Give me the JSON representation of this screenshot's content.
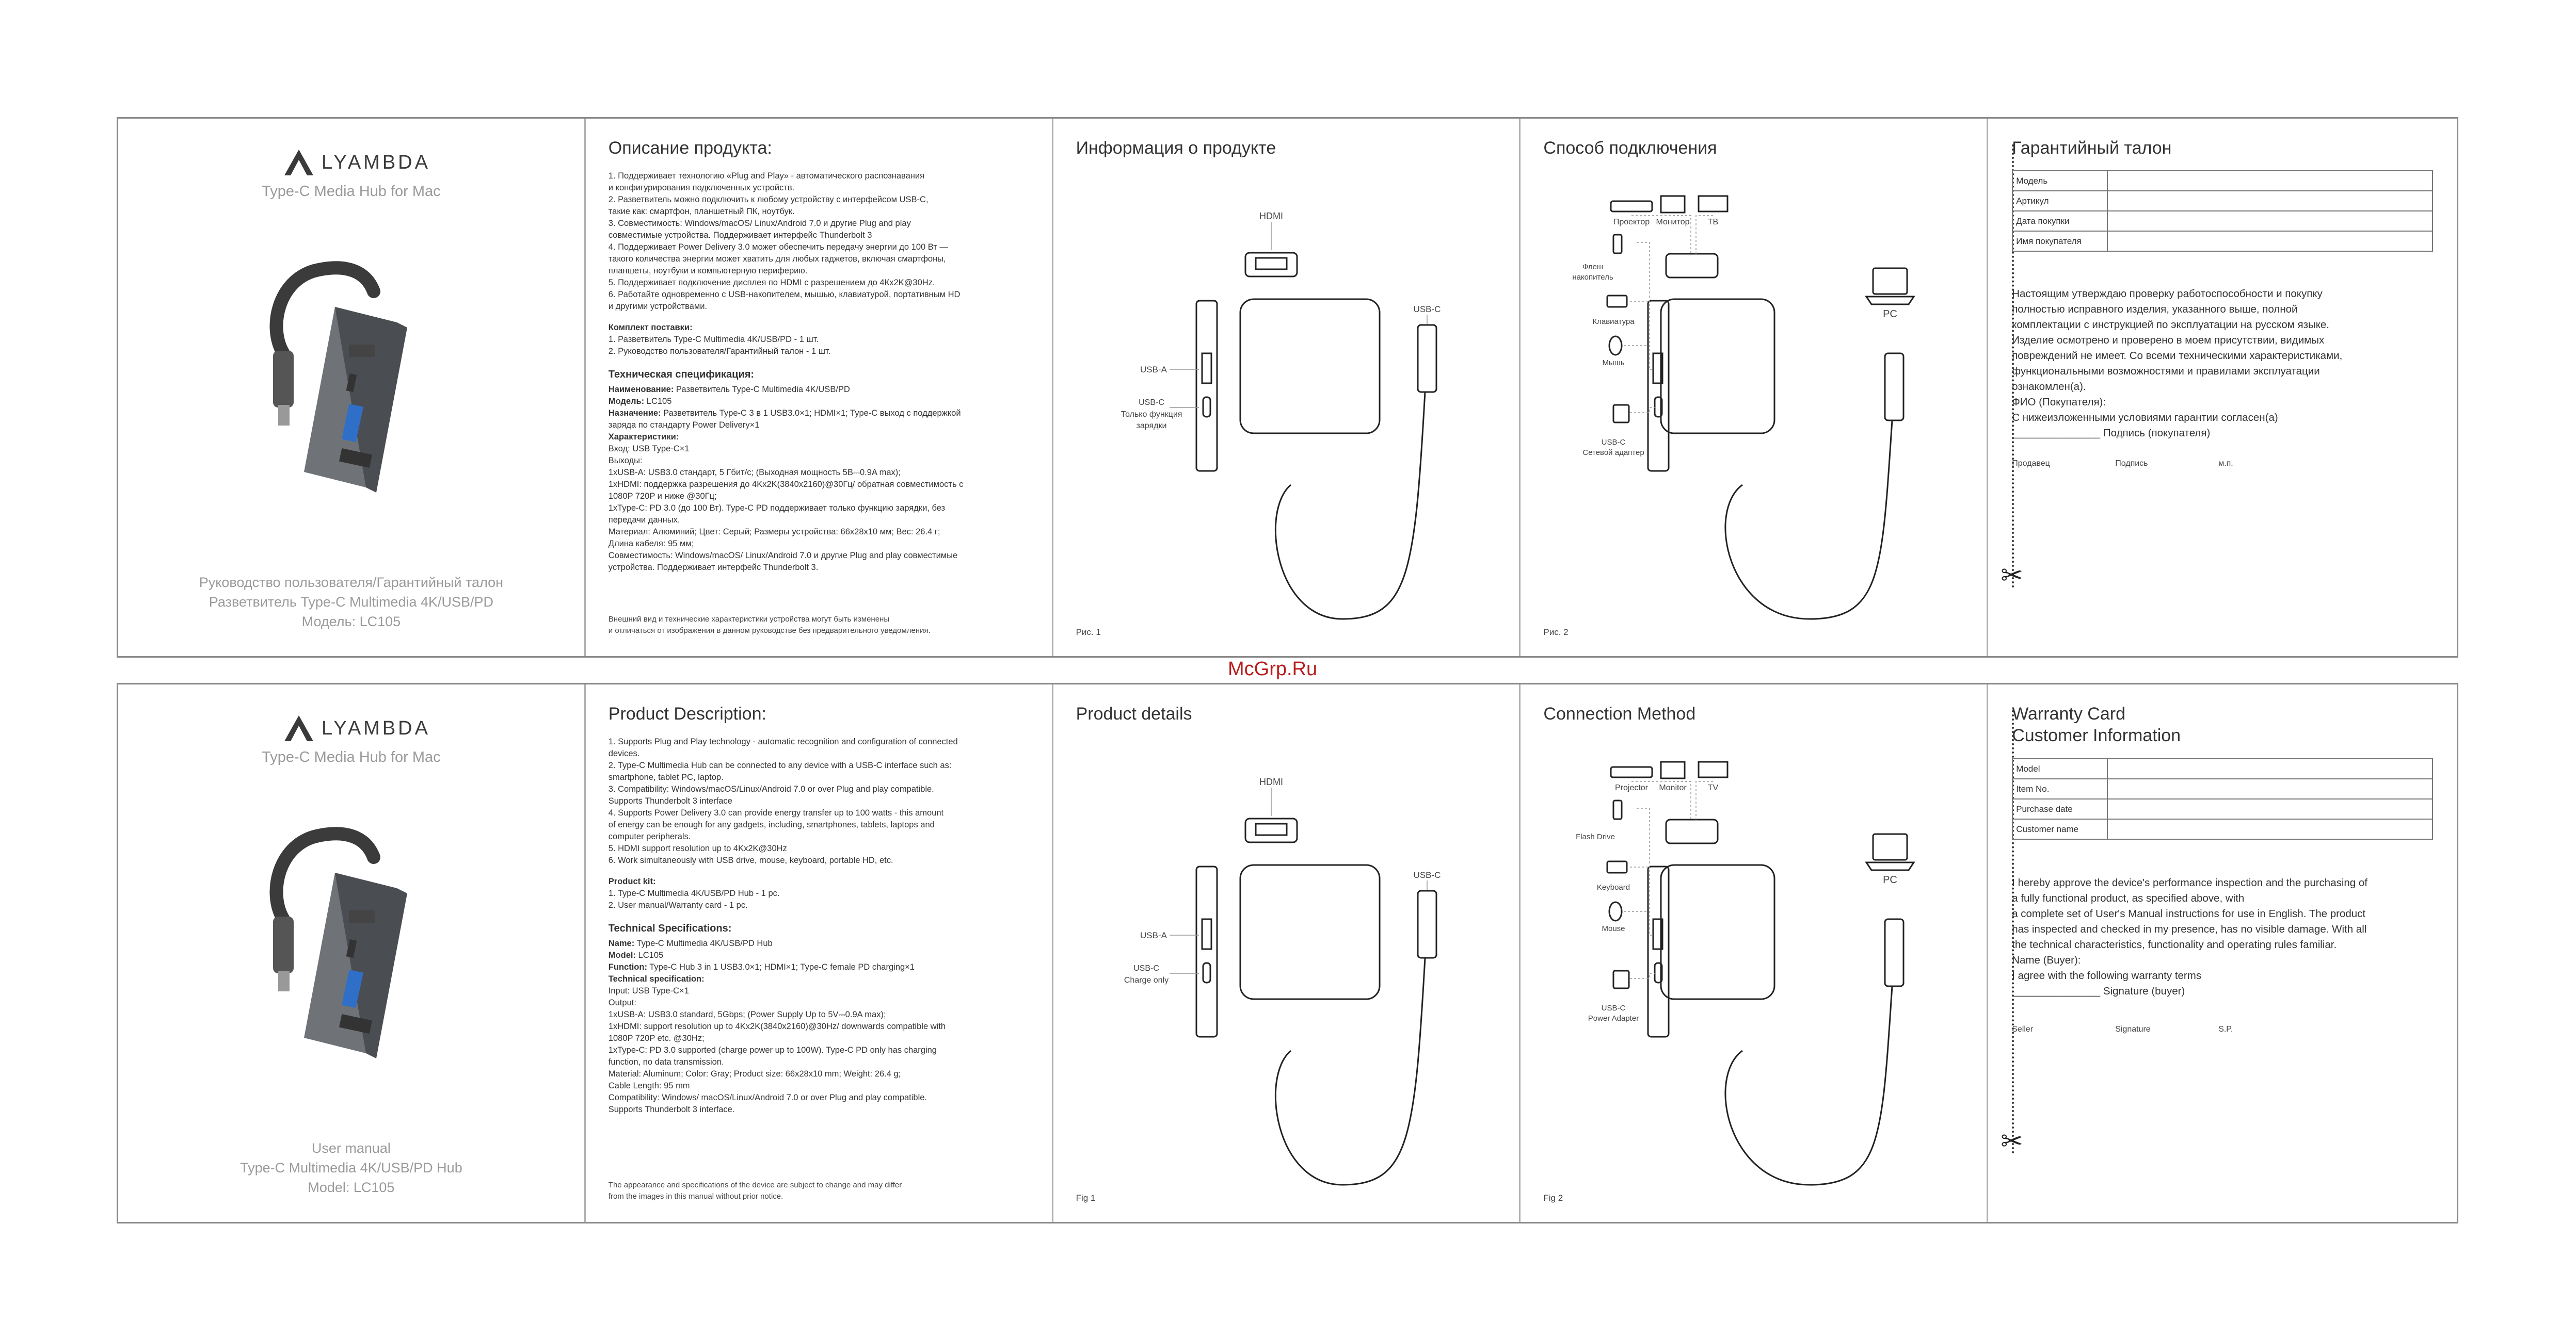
{
  "brand": "LYAMBDA",
  "watermark": "McGrp.Ru",
  "ru": {
    "cover": {
      "subtitle": "Type-C Media Hub for Mac",
      "footer_line1": "Руководство пользователя/Гарантийный талон",
      "footer_line2": "Разветвитель Type-C Multimedia 4K/USB/PD",
      "footer_line3": "Модель: LC105"
    },
    "description": {
      "title": "Описание продукта:",
      "points": [
        "1. Поддерживает технологию «Plug and Play» - автоматического распознавания",
        "и конфигурирования подключенных устройств.",
        "2. Разветвитель можно подключить к любому устройству с интерфейсом USB-C,",
        "такие как: смартфон, планшетный ПК, ноутбук.",
        "3. Совместимость: Windows/macOS/ Linux/Android 7.0 и другие Plug and play",
        "совместимые устройства. Поддерживает интерфейс Thunderbolt 3",
        "4. Поддерживает Power Delivery 3.0 может обеспечить передачу энергии до 100 Вт —",
        "такого количества энергии может хватить для любых гаджетов, включая смартфоны,",
        "планшеты, ноутбуки и компьютерную периферию.",
        "5. Поддерживает подключение дисплея по HDMI с разрешением до 4Кx2K@30Hz.",
        "6. Работайте одновременно с USB-накопителем, мышью, клавиатурой, портативным HD",
        "и другими устройствами."
      ],
      "kit_title": "Комплект поставки:",
      "kit_items": [
        "1. Разветвитель Type-C Multimedia 4K/USB/PD - 1 шт.",
        "2. Руководство пользователя/Гарантийный талон - 1 шт."
      ],
      "spec_title": "Техническая спецификация:",
      "spec_name_label": "Наименование:",
      "spec_name": " Разветвитель Type-C Multimedia 4K/USB/PD",
      "spec_model_label": "Модель:",
      "spec_model": " LC105",
      "spec_purpose_label": "Назначение:",
      "spec_purpose": " Разветвитель Type-C 3 в 1 USB3.0×1; HDMI×1; Type-C выход с поддержкой",
      "spec_purpose2": "заряда по стандарту Power Delivery×1",
      "spec_char_label": "Характеристики:",
      "spec_lines": [
        "Вход: USB Type-C×1",
        "Выходы:",
        "1xUSB-A: USB3.0 стандарт, 5 Гбит/с; (Выходная мощность 5В⎓0.9A max);",
        "1xHDMI: поддержка разрешения до 4Kx2K(3840x2160)@30Гц/ обратная совместимость с",
        "1080P 720P и ниже @30Гц;",
        "1xType-C: PD 3.0 (до 100 Вт). Type-C PD поддерживает только функцию зарядки, без",
        "передачи данных.",
        "Материал: Алюминий; Цвет: Серый; Размеры устройства: 66x28x10 мм; Вес: 26.4 г;",
        "Длина кабеля: 95 мм;",
        "Совместимость: Windows/macOS/ Linux/Android 7.0 и другие Plug and play совместимые",
        "устройства. Поддерживает интерфейс Thunderbolt 3."
      ],
      "footnote1": "Внешний вид и технические характеристики устройства могут быть изменены",
      "footnote2": "и отличаться от изображения в данном руководстве без предварительного уведомления."
    },
    "product": {
      "title": "Информация о продукте",
      "hdmi": "HDMI",
      "usbc": "USB-C",
      "usba": "USB-A",
      "usbc_charge1": "USB-C",
      "usbc_charge2": "Только функция",
      "usbc_charge3": "зарядки",
      "fig": "Рис. 1"
    },
    "connection": {
      "title": "Способ подключения",
      "projector": "Проектор",
      "monitor": "Монитор",
      "tv": "ТВ",
      "pc": "PC",
      "flash1": "Флеш",
      "flash2": "накопитель",
      "keyboard": "Клавиатура",
      "mouse": "Мышь",
      "adapter1": "USB-C",
      "adapter2": "Сетевой адаптер",
      "fig": "Рис. 2"
    },
    "warranty": {
      "title": "Гарантийный талон",
      "rows": [
        "Модель",
        "Артикул",
        "Дата покупки",
        "Имя покупателя"
      ],
      "text": [
        "Настоящим утверждаю проверку работоспособности и покупку",
        "полностью исправного изделия, указанного выше, полной",
        "комплектации с инструкцией по эксплуатации на русском языке.",
        "Изделие осмотрено и проверено в моем присутствии, видимых",
        "повреждений не имеет. Со всеми техническими характеристиками,",
        "функциональными возможностями и правилами эксплуатации",
        "ознакомлен(а).",
        "ФИО (Покупателя):",
        "С нижеизложенными условиями гарантии согласен(а)",
        "_______________ Подпись (покупателя)"
      ],
      "seller": "Продавец",
      "signature": "Подпись",
      "stamp": "м.п."
    }
  },
  "en": {
    "cover": {
      "subtitle": "Type-C Media Hub for Mac",
      "footer_line1": "User manual",
      "footer_line2": "Type-C Multimedia 4K/USB/PD Hub",
      "footer_line3": "Model: LC105"
    },
    "description": {
      "title": "Product Description:",
      "points": [
        "1. Supports Plug and Play technology - automatic recognition and configuration of connected",
        "devices.",
        "2. Type-C Multimedia Hub can be connected to any device with a USB-C interface such as:",
        "smartphone, tablet PC, laptop.",
        "3. Compatibility: Windows/macOS/Linux/Android 7.0 or over Plug and play compatible.",
        "Supports Thunderbolt 3 interface",
        "4. Supports Power Delivery 3.0 can provide energy transfer up to 100 watts - this amount",
        "of energy can be enough for any gadgets, including, smartphones, tablets, laptops and",
        "computer peripherals.",
        "5. HDMI support resolution up to 4Kx2K@30Hz",
        "6. Work simultaneously with USB drive, mouse, keyboard, portable HD, etc."
      ],
      "kit_title": "Product kit:",
      "kit_items": [
        "1. Type-C Multimedia 4K/USB/PD Hub - 1 pc.",
        "2. User manual/Warranty card - 1 pc."
      ],
      "spec_title": "Technical Specifications:",
      "spec_name_label": "Name:",
      "spec_name": " Type-C Multimedia 4K/USB/PD Hub",
      "spec_model_label": "Model:",
      "spec_model": " LC105",
      "spec_purpose_label": "Function:",
      "spec_purpose": " Type-C Hub 3 in 1 USB3.0×1; HDMI×1; Type-C female PD charging×1",
      "spec_purpose2": "",
      "spec_char_label": "Technical specification:",
      "spec_lines": [
        "Input: USB Type-C×1",
        "Output:",
        "1xUSB-A: USB3.0 standard, 5Gbps; (Power Supply Up to 5V⎓0.9A max);",
        "1xHDMI: support resolution up to 4Kx2K(3840x2160)@30Hz/ downwards compatible with",
        "1080P 720P etc. @30Hz;",
        "1xType-C: PD 3.0 supported (charge power up to 100W). Type-C PD only has charging",
        "function, no data transmission.",
        "Material: Aluminum; Color: Gray; Product size: 66x28x10 mm; Weight: 26.4 g;",
        "Cable Length: 95 mm",
        "Compatibility: Windows/ macOS/Linux/Android 7.0 or over Plug and play compatible.",
        "Supports Thunderbolt 3 interface."
      ],
      "footnote1": "The appearance and specifications of the device are subject to change and may differ",
      "footnote2": "from the images in this manual without prior notice."
    },
    "product": {
      "title": "Product details",
      "hdmi": "HDMI",
      "usbc": "USB-C",
      "usba": "USB-A",
      "usbc_charge1": "USB-C",
      "usbc_charge2": "Charge only",
      "usbc_charge3": "",
      "fig": "Fig 1"
    },
    "connection": {
      "title": "Connection Method",
      "projector": "Projector",
      "monitor": "Monitor",
      "tv": "TV",
      "pc": "PC",
      "flash1": "Flash Drive",
      "flash2": "",
      "keyboard": "Keyboard",
      "mouse": "Mouse",
      "adapter1": "USB-C",
      "adapter2": "Power Adapter",
      "fig": "Fig 2"
    },
    "warranty": {
      "title": "Warranty Card",
      "title2": "Customer Information",
      "rows": [
        "Model",
        "Item No.",
        "Purchase date",
        "Customer name"
      ],
      "text": [
        "I hereby approve the device's performance inspection and the purchasing of",
        "a fully functional product, as specified above, with",
        "a complete set of User's Manual instructions for use in English. The product",
        "has inspected and checked in my presence, has no visible damage. With all",
        "the technical characteristics, functionality and operating rules familiar.",
        "Name (Buyer):",
        "I agree with the following warranty terms",
        "_______________ Signature (buyer)"
      ],
      "seller": "Seller",
      "signature": "Signature",
      "stamp": "S.P."
    }
  }
}
